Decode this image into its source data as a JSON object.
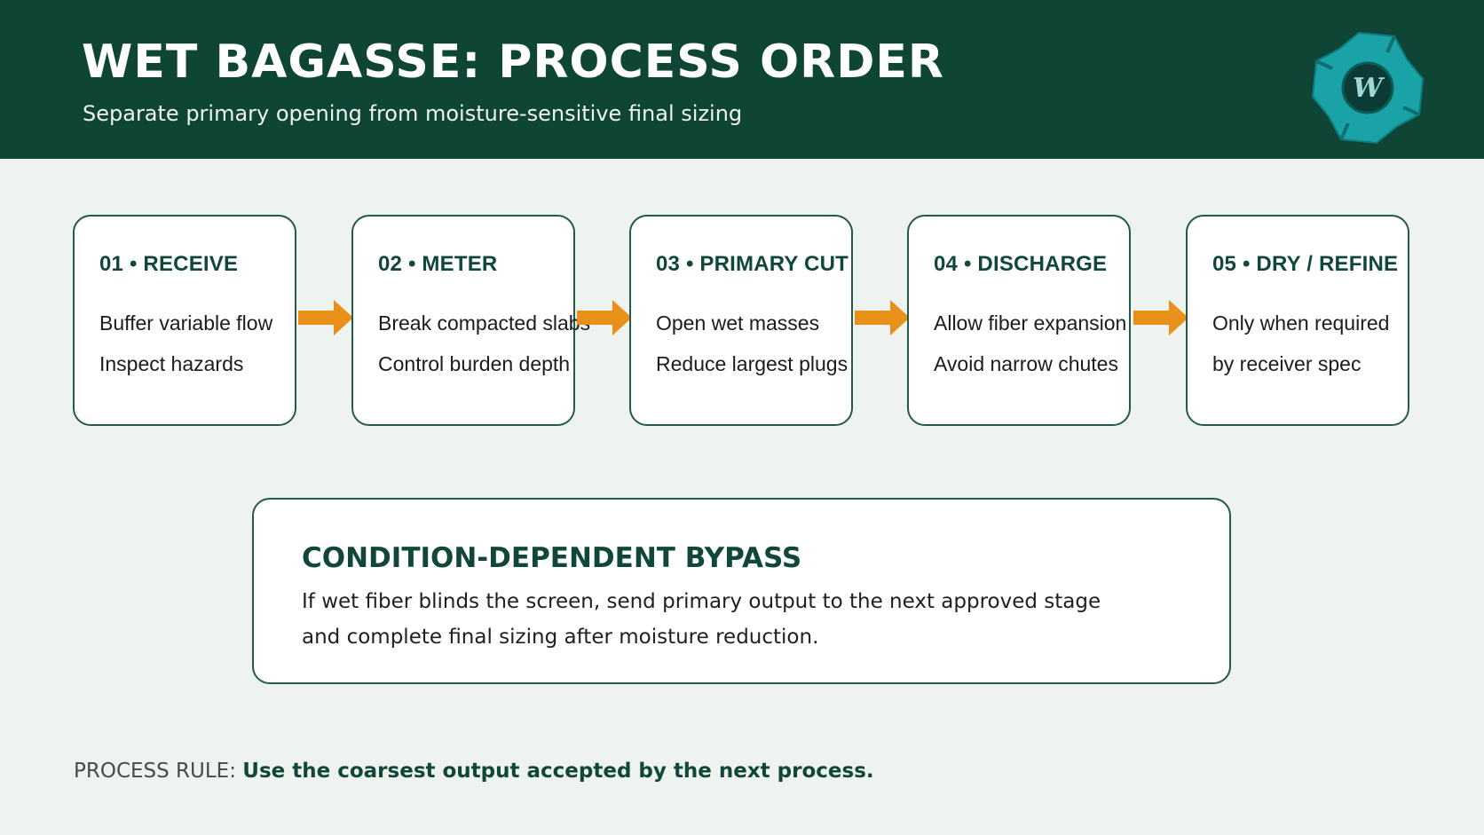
{
  "header": {
    "title": "WET BAGASSE: PROCESS ORDER",
    "subtitle": "Separate primary opening from moisture-sensitive final sizing",
    "logo_icon": "gear-logo-icon"
  },
  "steps": [
    {
      "title": "01 • RECEIVE",
      "line1": "Buffer variable flow",
      "line2": "Inspect hazards"
    },
    {
      "title": "02 • METER",
      "line1": "Break compacted slabs",
      "line2": "Control burden depth"
    },
    {
      "title": "03 • PRIMARY CUT",
      "line1": "Open wet masses",
      "line2": "Reduce largest plugs"
    },
    {
      "title": "04 • DISCHARGE",
      "line1": "Allow fiber expansion",
      "line2": "Avoid narrow chutes"
    },
    {
      "title": "05 • DRY / REFINE",
      "line1": "Only when required",
      "line2": "by receiver spec"
    }
  ],
  "bypass": {
    "title": "CONDITION-DEPENDENT BYPASS",
    "line1": "If wet fiber blinds the screen, send primary output to the next approved stage",
    "line2": "and complete final sizing after moisture reduction."
  },
  "rule": {
    "label": "PROCESS RULE: ",
    "text": "Use the coarsest output accepted by the next process."
  },
  "colors": {
    "header_bg": "#0e4535",
    "page_bg": "#eef3ef",
    "accent_green": "#11473a",
    "arrow_orange": "#e8901a",
    "logo_teal": "#1aa3a6"
  }
}
